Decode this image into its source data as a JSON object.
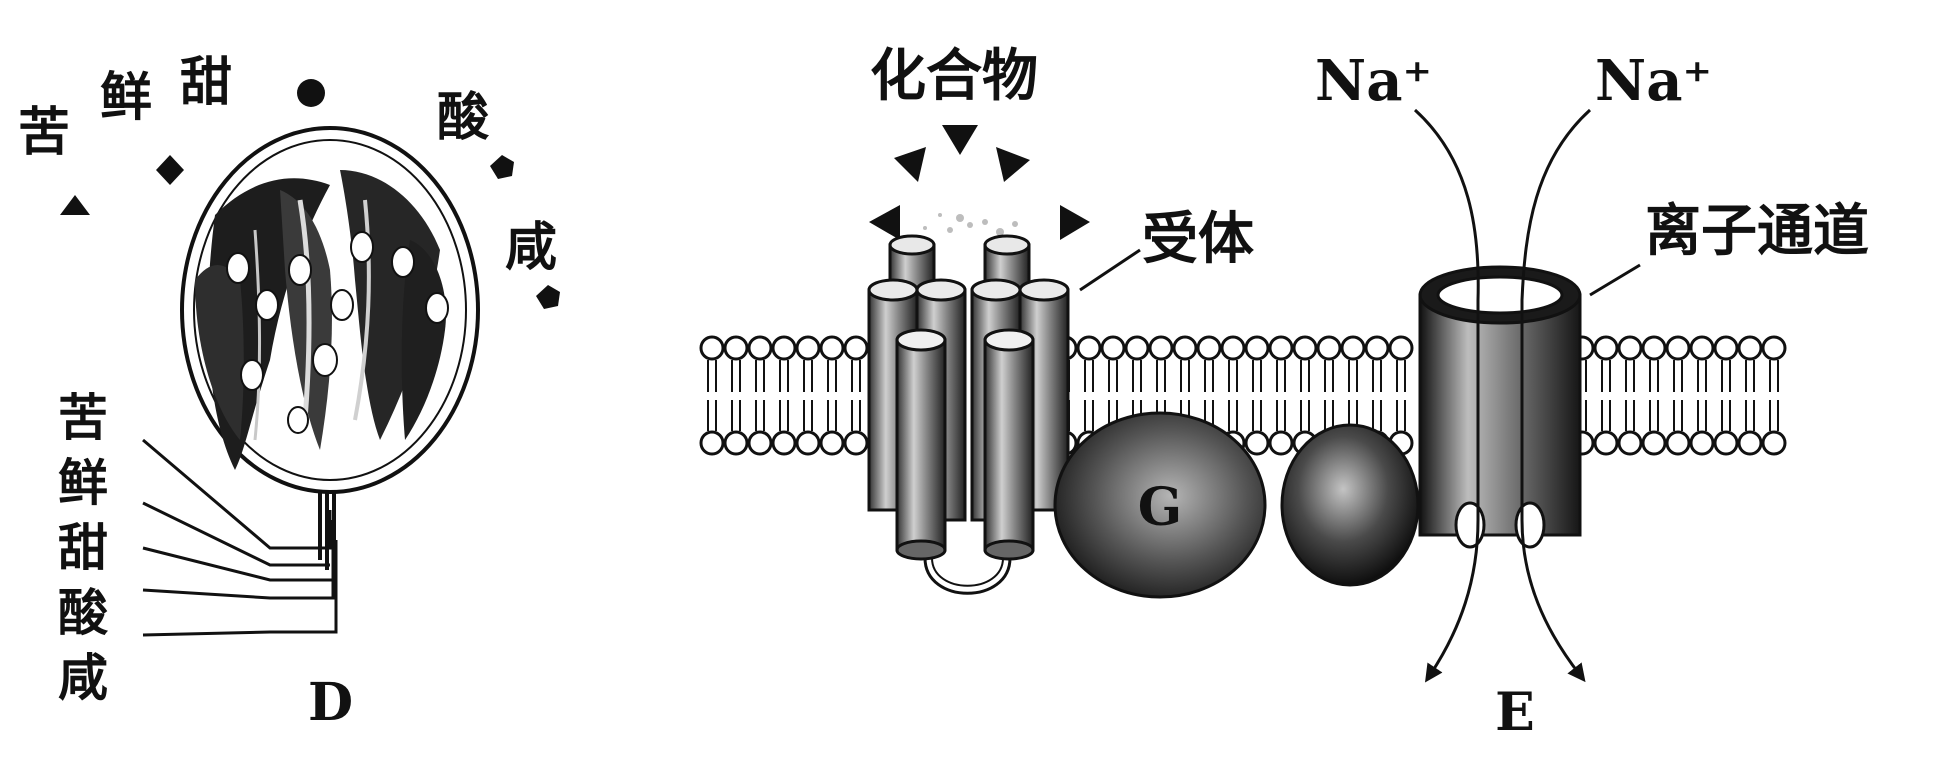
{
  "taste_bud": {
    "outer_labels": [
      "苦",
      "鲜",
      "甜",
      "酸",
      "咸"
    ],
    "nerve_labels": [
      "苦",
      "鲜",
      "甜",
      "酸",
      "咸"
    ],
    "nerve_label": "D"
  },
  "receptor_panel": {
    "compound_label": "化合物",
    "receptor_label": "受体",
    "g_protein_label": "G",
    "ion_channel_label": "离子通道",
    "sodium_labels": [
      "Na⁺",
      "Na⁺"
    ],
    "output_label": "E"
  }
}
